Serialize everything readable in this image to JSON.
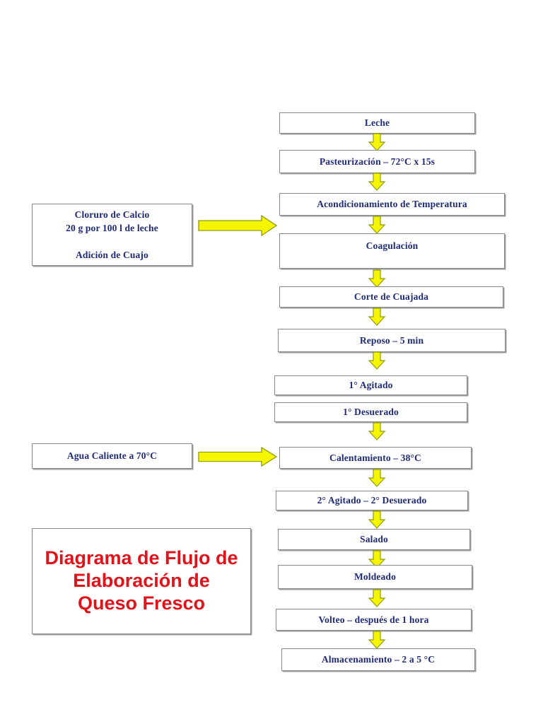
{
  "document": {
    "title_plate": {
      "text": "Diagrama de Flujo de\nElaboración de\nQueso Fresco",
      "color": "#e2121a"
    },
    "colors": {
      "node_text": "#1f2a77",
      "node_border": "#8a8a8a",
      "node_shadow": "#9d9d9d",
      "arrow_fill": "#f5f500",
      "arrow_stroke": "#8f9b10",
      "background": "#ffffff",
      "title_red": "#e2121a"
    },
    "flow": {
      "steps": [
        {
          "id": "leche",
          "label": "Leche"
        },
        {
          "id": "pasteurizacion",
          "label": "Pasteurización – 72°C x 15s"
        },
        {
          "id": "acondicionamiento",
          "label": "Acondicionamiento de Temperatura"
        },
        {
          "id": "coagulacion",
          "label": "Coagulación"
        },
        {
          "id": "corte-cuajada",
          "label": "Corte de Cuajada"
        },
        {
          "id": "reposo",
          "label": "Reposo – 5 min"
        },
        {
          "id": "agitado-1",
          "label": "1° Agitado"
        },
        {
          "id": "desuerado-1",
          "label": "1° Desuerado"
        },
        {
          "id": "calentamiento",
          "label": "Calentamiento – 38°C"
        },
        {
          "id": "agitado-2",
          "label": "2° Agitado – 2° Desuerado"
        },
        {
          "id": "salado",
          "label": "Salado"
        },
        {
          "id": "moldeado",
          "label": "Moldeado"
        },
        {
          "id": "volteo",
          "label": "Volteo – después de 1 hora"
        },
        {
          "id": "almacenamiento",
          "label": "Almacenamiento – 2 a 5 °C"
        }
      ]
    },
    "inputs": [
      {
        "id": "cloruro-calcio",
        "label": "Cloruro de Calcio\n20 g por 100 l de leche\n\nAdición de Cuajo",
        "target": "Acondicionamiento de Temperatura"
      },
      {
        "id": "agua-caliente",
        "label": "Agua Caliente a 70°C",
        "target": "Calentamiento – 38°C"
      }
    ]
  }
}
